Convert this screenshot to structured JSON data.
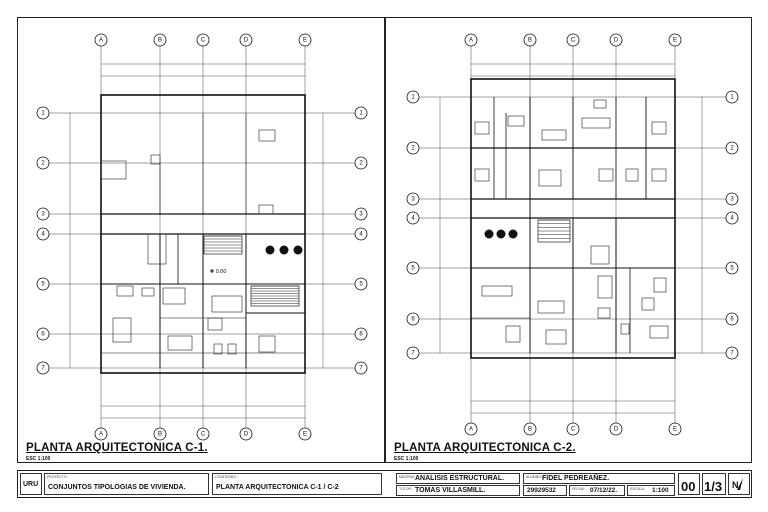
{
  "plans": [
    {
      "title": "PLANTA ARQUITECTONICA C-1.",
      "scale": "ESC 1:100",
      "columns": [
        "A",
        "B",
        "C",
        "D",
        "E"
      ],
      "rows": [
        "1",
        "2",
        "3",
        "4",
        "5",
        "6",
        "7"
      ],
      "level_note": "0.00"
    },
    {
      "title": "PLANTA ARQUITECTONICA C-2.",
      "scale": "ESC 1:100",
      "columns": [
        "A",
        "B",
        "C",
        "D",
        "E"
      ],
      "rows": [
        "1",
        "2",
        "3",
        "4",
        "5",
        "6",
        "7"
      ]
    }
  ],
  "title_block": {
    "logo": "URU",
    "project_label": "PROYECTO:",
    "project": "CONJUNTOS TIPOLOGIAS DE VIVIENDA.",
    "content_label": "CONTENIDO:",
    "content": "PLANTA ARQUITECTONICA C-1 / C-2",
    "subject_label": "MATERIA:",
    "subject": "ANALISIS ESTRUCTURAL.",
    "author_label": "ALUMNO:",
    "author": "FIDEL PEDREAÑEZ.",
    "tutor_label": "TUTOR:",
    "tutor": "TOMAS VILLASMILL.",
    "id_number": "29929532",
    "date_label": "FECHA:",
    "date": "07/12/22.",
    "scale_label": "ESCALA:",
    "scale": "1:100",
    "lamina": "00",
    "sheet": "1/3",
    "north": "N"
  }
}
